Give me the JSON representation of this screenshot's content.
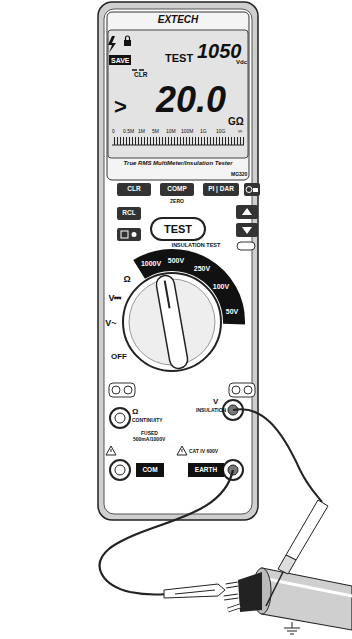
{
  "diagram": {
    "nodes": [
      {
        "text": [
          "CLR"
        ]
      },
      {
        "text": [
          "COMP"
        ]
      },
      {
        "text": [
          "PI | DAR"
        ]
      },
      {
        "text": [
          "RCL"
        ]
      },
      {
        "text": [
          "TEST"
        ]
      },
      {
        "text": [
          "COM"
        ]
      },
      {
        "text": [
          "EARTH"
        ]
      }
    ],
    "labels": [
      "EXTECH",
      "SAVE",
      "CLR",
      "TEST",
      "1050",
      "Vdc",
      ">",
      "20.0",
      "GΩ",
      "0",
      "0.5M",
      "1M",
      "5M",
      "10M",
      "100M",
      "1G",
      "10G",
      "∞",
      "True RMS MultiMeter/Insulation Tester",
      "MG320",
      "ZERO",
      "INSULATION TEST",
      "1000V",
      "500V",
      "250V",
      "100V",
      "50V",
      "Ω",
      "V⎓",
      "V~",
      "OFF",
      "Ω",
      "CONTINUITY",
      "FUSED",
      "500mA/1000V",
      "V",
      "INSULATION",
      "CAT IV 600V"
    ]
  }
}
